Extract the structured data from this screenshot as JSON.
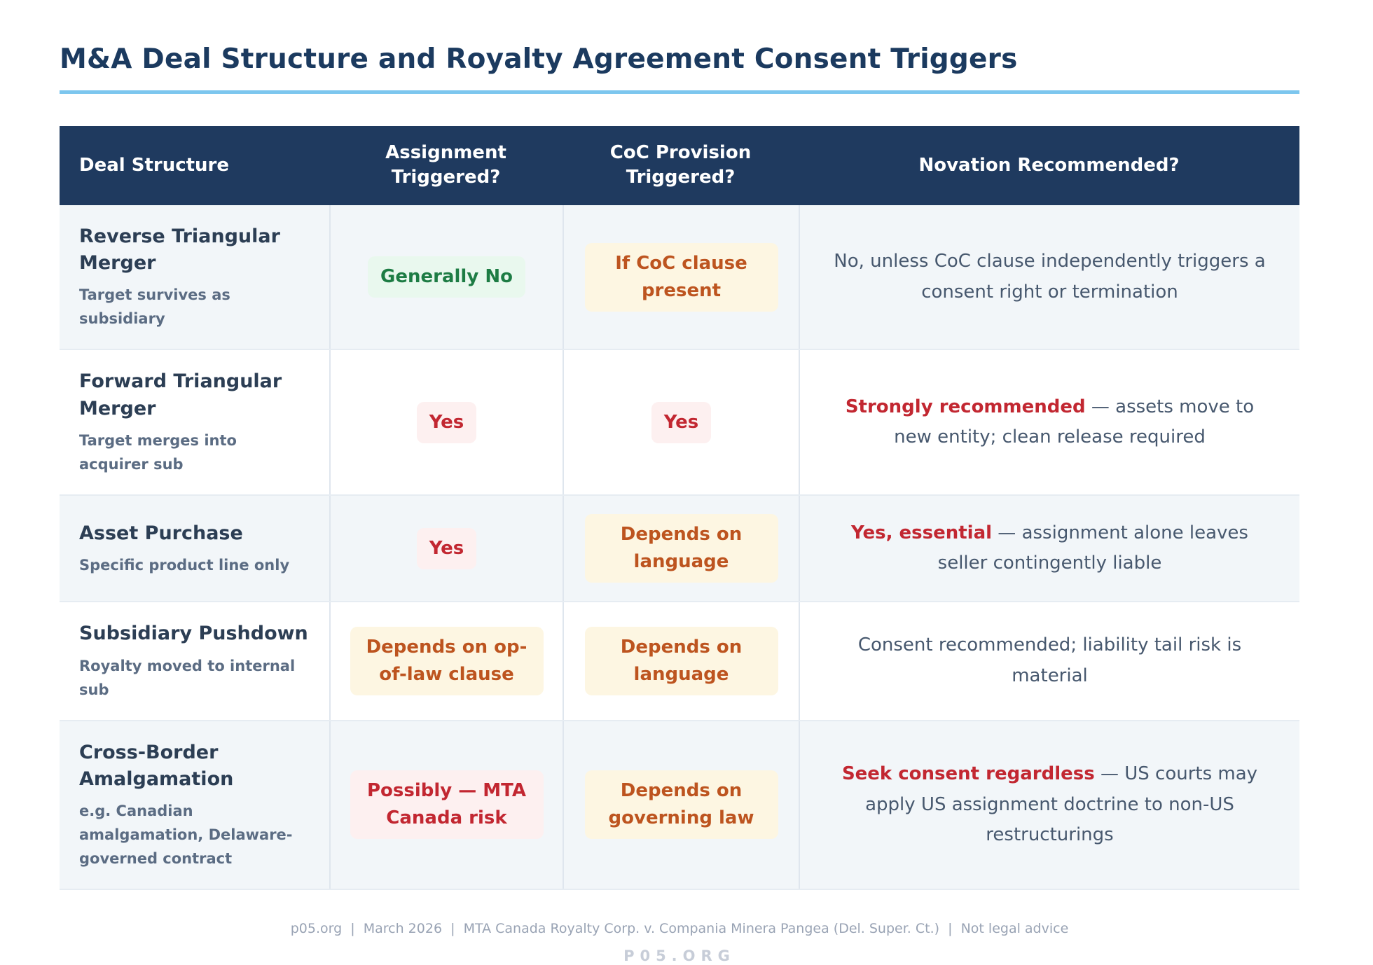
{
  "title": "M&A Deal Structure and Royalty Agreement Consent Triggers",
  "colors": {
    "title_text": "#1b3a5f",
    "accent_underline": "#7cc6ee",
    "header_bg": "#1f3a5f",
    "header_text": "#ffffff",
    "row_alt_bg": "#f2f6f9",
    "deal_name_text": "#2c3e54",
    "deal_detail_text": "#5b6c83",
    "body_text": "#47586e",
    "positive_text": "#1d7c44",
    "positive_bg": "#e9f8ee",
    "risk_text": "#c22731",
    "risk_bg": "#fdf0f0",
    "caution_text": "#bd541f",
    "caution_bg": "#fdf6e2",
    "footer_text": "#99a3b4",
    "watermark_text": "#c7cdd8"
  },
  "table": {
    "columns": [
      "Deal Structure",
      "Assignment Triggered?",
      "CoC Provision Triggered?",
      "Novation Recommended?"
    ],
    "rows": [
      {
        "structure": "Reverse Triangular Merger",
        "detail": "Target survives as subsidiary",
        "assignment": {
          "text": "Generally No",
          "tone": "green"
        },
        "coc": {
          "text": "If CoC clause present",
          "tone": "amber"
        },
        "novation": {
          "strong": null,
          "text": "No, unless CoC clause independently triggers a consent right or termination"
        }
      },
      {
        "structure": "Forward Triangular Merger",
        "detail": "Target merges into acquirer sub",
        "assignment": {
          "text": "Yes",
          "tone": "red"
        },
        "coc": {
          "text": "Yes",
          "tone": "red"
        },
        "novation": {
          "strong": "Strongly recommended",
          "text": " — assets move to new entity; clean release required"
        }
      },
      {
        "structure": "Asset Purchase",
        "detail": "Specific product line only",
        "assignment": {
          "text": "Yes",
          "tone": "red"
        },
        "coc": {
          "text": "Depends on language",
          "tone": "amber"
        },
        "novation": {
          "strong": "Yes, essential",
          "text": " — assignment alone leaves seller contingently liable"
        }
      },
      {
        "structure": "Subsidiary Pushdown",
        "detail": "Royalty moved to internal sub",
        "assignment": {
          "text": "Depends on op-of-law clause",
          "tone": "amber"
        },
        "coc": {
          "text": "Depends on language",
          "tone": "amber"
        },
        "novation": {
          "strong": null,
          "text": "Consent recommended; liability tail risk is material"
        }
      },
      {
        "structure": "Cross-Border Amalgamation",
        "detail": "e.g. Canadian amalgamation, Delaware-governed contract",
        "assignment": {
          "text": "Possibly — MTA Canada risk",
          "tone": "red"
        },
        "coc": {
          "text": "Depends on governing law",
          "tone": "amber"
        },
        "novation": {
          "strong": "Seek consent regardless",
          "text": " — US courts may apply US assignment doctrine to non-US restructurings"
        }
      }
    ]
  },
  "footer": {
    "line": "p05.org  |  March 2026  |  MTA Canada Royalty Corp. v. Compania Minera Pangea (Del. Super. Ct.)  |  Not legal advice",
    "watermark": "P05.ORG"
  },
  "chart_data": {
    "type": "table",
    "title": "M&A Deal Structure and Royalty Agreement Consent Triggers",
    "columns": [
      "Deal Structure",
      "Assignment Triggered?",
      "CoC Provision Triggered?",
      "Novation Recommended?"
    ],
    "rows": [
      [
        "Reverse Triangular Merger — Target survives as subsidiary",
        "Generally No",
        "If CoC clause present",
        "No, unless CoC clause independently triggers a consent right or termination"
      ],
      [
        "Forward Triangular Merger — Target merges into acquirer sub",
        "Yes",
        "Yes",
        "Strongly recommended — assets move to new entity; clean release required"
      ],
      [
        "Asset Purchase — Specific product line only",
        "Yes",
        "Depends on language",
        "Yes, essential — assignment alone leaves seller contingently liable"
      ],
      [
        "Subsidiary Pushdown — Royalty moved to internal sub",
        "Depends on op-of-law clause",
        "Depends on language",
        "Consent recommended; liability tail risk is material"
      ],
      [
        "Cross-Border Amalgamation — e.g. Canadian amalgamation, Delaware-governed contract",
        "Possibly — MTA Canada risk",
        "Depends on governing law",
        "Seek consent regardless — US courts may apply US assignment doctrine to non-US restructurings"
      ]
    ],
    "legend_position": "none",
    "grid": true
  }
}
